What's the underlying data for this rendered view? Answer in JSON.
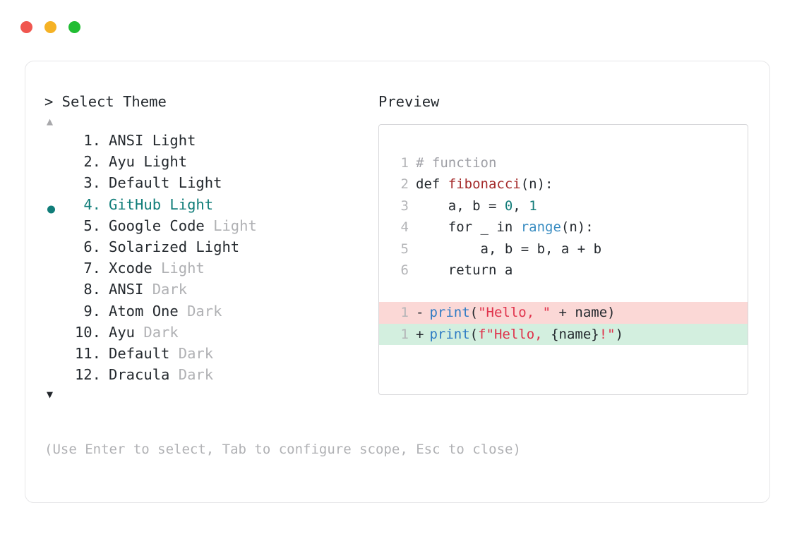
{
  "window": {
    "traffic_lights": [
      {
        "name": "close-button",
        "color": "#f0564f"
      },
      {
        "name": "minimize-button",
        "color": "#f5b225"
      },
      {
        "name": "maximize-button",
        "color": "#21bd33"
      }
    ]
  },
  "selector": {
    "prompt": "> Select Theme",
    "scroll_up_glyph": "▲",
    "scroll_down_glyph": "▼",
    "selected_index": 4,
    "bullet_glyph": "●",
    "accent_color": "#107d79",
    "items": [
      {
        "index": "1.",
        "name": "ANSI",
        "suffix": "Light",
        "suffix_dim": false,
        "selected": false
      },
      {
        "index": "2.",
        "name": "Ayu",
        "suffix": "Light",
        "suffix_dim": false,
        "selected": false
      },
      {
        "index": "3.",
        "name": "Default",
        "suffix": "Light",
        "suffix_dim": false,
        "selected": false
      },
      {
        "index": "4.",
        "name": "GitHub",
        "suffix": "Light",
        "suffix_dim": false,
        "selected": true
      },
      {
        "index": "5.",
        "name": "Google Code",
        "suffix": "Light",
        "suffix_dim": true,
        "selected": false
      },
      {
        "index": "6.",
        "name": "Solarized",
        "suffix": "Light",
        "suffix_dim": false,
        "selected": false
      },
      {
        "index": "7.",
        "name": "Xcode",
        "suffix": "Light",
        "suffix_dim": true,
        "selected": false
      },
      {
        "index": "8.",
        "name": "ANSI",
        "suffix": "Dark",
        "suffix_dim": true,
        "selected": false
      },
      {
        "index": "9.",
        "name": "Atom One",
        "suffix": "Dark",
        "suffix_dim": true,
        "selected": false
      },
      {
        "index": "10.",
        "name": "Ayu",
        "suffix": "Dark",
        "suffix_dim": true,
        "selected": false
      },
      {
        "index": "11.",
        "name": "Default",
        "suffix": "Dark",
        "suffix_dim": true,
        "selected": false
      },
      {
        "index": "12.",
        "name": "Dracula",
        "suffix": "Dark",
        "suffix_dim": true,
        "selected": false
      }
    ]
  },
  "preview": {
    "title": "Preview",
    "code_lines": [
      {
        "no": "1",
        "tokens": [
          {
            "t": "# function",
            "c": "comment"
          }
        ]
      },
      {
        "no": "2",
        "tokens": [
          {
            "t": "def ",
            "c": "keyword"
          },
          {
            "t": "fibonacci",
            "c": "func"
          },
          {
            "t": "(n):",
            "c": "punct"
          }
        ]
      },
      {
        "no": "3",
        "tokens": [
          {
            "t": "    a, b = ",
            "c": "plain"
          },
          {
            "t": "0",
            "c": "num"
          },
          {
            "t": ", ",
            "c": "plain"
          },
          {
            "t": "1",
            "c": "num"
          }
        ]
      },
      {
        "no": "4",
        "tokens": [
          {
            "t": "    for _ in ",
            "c": "plain"
          },
          {
            "t": "range",
            "c": "builtin"
          },
          {
            "t": "(n):",
            "c": "punct"
          }
        ]
      },
      {
        "no": "5",
        "tokens": [
          {
            "t": "        a, b = b, a + b",
            "c": "plain"
          }
        ]
      },
      {
        "no": "6",
        "tokens": [
          {
            "t": "    return a",
            "c": "plain"
          }
        ]
      }
    ],
    "diff_lines": [
      {
        "no": "1",
        "marker": "-",
        "kind": "removed",
        "bg": "#fbd8d6",
        "tokens": [
          {
            "t": "print",
            "c": "call"
          },
          {
            "t": "(",
            "c": "punct"
          },
          {
            "t": "\"Hello, \"",
            "c": "string"
          },
          {
            "t": " + name)",
            "c": "plain"
          }
        ]
      },
      {
        "no": "1",
        "marker": "+",
        "kind": "added",
        "bg": "#d3efdf",
        "tokens": [
          {
            "t": "print",
            "c": "call"
          },
          {
            "t": "(",
            "c": "punct"
          },
          {
            "t": "f\"Hello, ",
            "c": "string"
          },
          {
            "t": "{name}",
            "c": "plain"
          },
          {
            "t": "!\"",
            "c": "string"
          },
          {
            "t": ")",
            "c": "punct"
          }
        ]
      }
    ]
  },
  "footer": {
    "hint": "(Use Enter to select, Tab to configure scope, Esc to close)"
  }
}
